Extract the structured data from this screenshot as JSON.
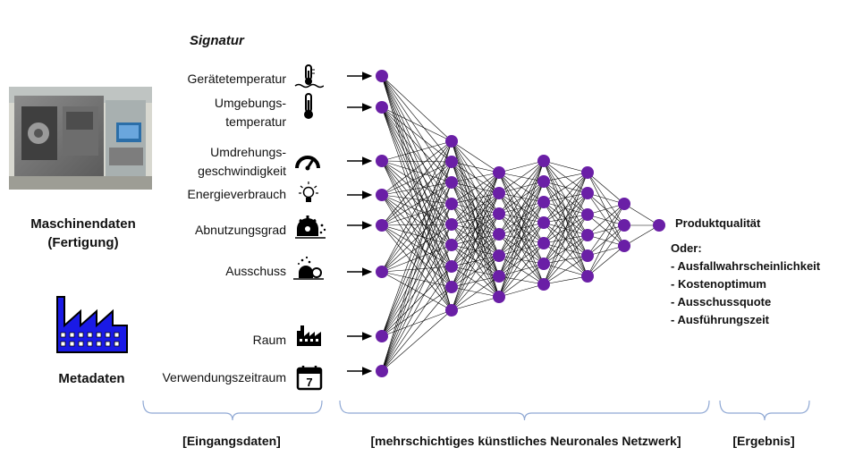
{
  "signatur_title": "Signatur",
  "machine_data_label": [
    "Maschinendaten",
    "(Fertigung)"
  ],
  "metadata_label": "Metadaten",
  "inputs": [
    {
      "lines": [
        "Gerätetemperatur"
      ],
      "icon": "thermometer-wave-icon"
    },
    {
      "lines": [
        "Umgebungs-",
        "temperatur"
      ],
      "icon": "thermometer-icon"
    },
    {
      "lines": [
        "Umdrehungs-",
        "geschwindigkeit"
      ],
      "icon": "speedometer-icon"
    },
    {
      "lines": [
        "Energieverbrauch"
      ],
      "icon": "lightbulb-icon"
    },
    {
      "lines": [
        "Abnutzungsgrad"
      ],
      "icon": "gear-wear-icon"
    },
    {
      "lines": [
        "Ausschuss"
      ],
      "icon": "scrap-icon"
    },
    {
      "lines": [
        "Raum"
      ],
      "icon": "factory-icon"
    },
    {
      "lines": [
        "Verwendungszeitraum"
      ],
      "icon": "calendar-icon"
    }
  ],
  "calendar_day": "7",
  "output_label": "Produktqualität",
  "or_label": "Oder:",
  "alternatives": [
    "- Ausfallwahrscheinlichkeit",
    "- Kostenoptimum",
    "- Ausschussquote",
    "- Ausführungszeit"
  ],
  "brackets": {
    "inputs": "[Eingangsdaten]",
    "network": "[mehrschichtiges künstliches Neuronales Netzwerk]",
    "result": "[Ergebnis]"
  },
  "colors": {
    "neuron": "#6a1fa6",
    "bracket": "#8fa8d4",
    "factory": "#1a1ae6"
  },
  "network_layers": [
    8,
    9,
    7,
    7,
    6,
    3,
    1
  ]
}
